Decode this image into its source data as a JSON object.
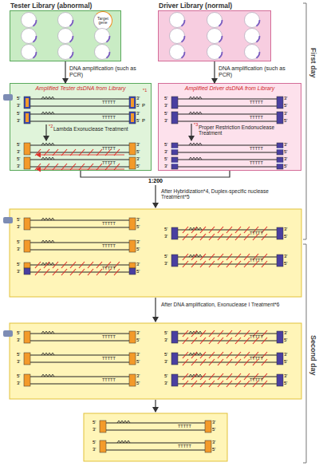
{
  "diagram": {
    "nodes": [
      {
        "text": [
          "Tester Library (abnormal)"
        ]
      },
      {
        "text": [
          "Target gene"
        ],
        "in": 0
      },
      {
        "text": [
          "Driver Library (normal)"
        ]
      },
      {
        "text": [
          "Amplified Tester dsDNA from Library"
        ]
      },
      {
        "text": [
          "Amplified Driver dsDNA from Library"
        ]
      }
    ],
    "edges": [
      {
        "from": 0,
        "to": 3,
        "arrow": "to",
        "label": "DNA amplification (such as PCR)"
      },
      {
        "from": 2,
        "to": 4,
        "arrow": "to",
        "label": "DNA amplification (such as PCR)"
      }
    ],
    "labels": [
      "First day",
      "Second day",
      "*2",
      "Lambda Exonuclease Treatment",
      "*3",
      "Proper Restriction Endonuclease Treatment",
      "1:200",
      "After Hybridization*4, Duplex-specific nuclease Treatment*5",
      "After DNA amplification, Exonuclease I Treatment*6",
      "*1",
      "P",
      "P",
      "5'",
      "3'",
      "3'",
      "5'",
      "TTTTT",
      "5'",
      "3'",
      "3'",
      "5'",
      "TTTTT",
      "5'",
      "3'",
      "3'",
      "5'",
      "TTTTT",
      "5'",
      "3'",
      "3'",
      "5'",
      "TTTTT",
      "5'",
      "3'",
      "3'",
      "5'",
      "TTTTT",
      "5'",
      "3'",
      "3'",
      "5'",
      "TTTTT",
      "5'",
      "3'",
      "3'",
      "5'",
      "TTTTT",
      "5'",
      "3'",
      "3'",
      "5'",
      "TTTTT",
      "5'",
      "3'",
      "3'",
      "5'",
      "TTTTT",
      "5'",
      "3'",
      "3'",
      "5'",
      "TTTTT",
      "5'",
      "3'",
      "3'",
      "5'",
      "TTTTT",
      "5'",
      "3'",
      "3'",
      "5'",
      "TTTTT",
      "5'",
      "3'",
      "3'",
      "5'",
      "TTTTT",
      "5'",
      "3'",
      "3'",
      "5'",
      "TTTTT",
      "5'",
      "3'",
      "3'",
      "5'",
      "TTTTT",
      "5'",
      "3'",
      "3'",
      "5'",
      "TTTTT",
      "5'",
      "3'",
      "3'",
      "5'",
      "TTTTT",
      "5'",
      "3'",
      "3'",
      "5'",
      "TTTTT",
      "5'",
      "3'",
      "3'",
      "5'",
      "TTTTT",
      "5'",
      "3'",
      "3'",
      "5'",
      "TTTTT",
      "5'",
      "3'",
      "3'",
      "5'",
      "TTTTT"
    ]
  }
}
